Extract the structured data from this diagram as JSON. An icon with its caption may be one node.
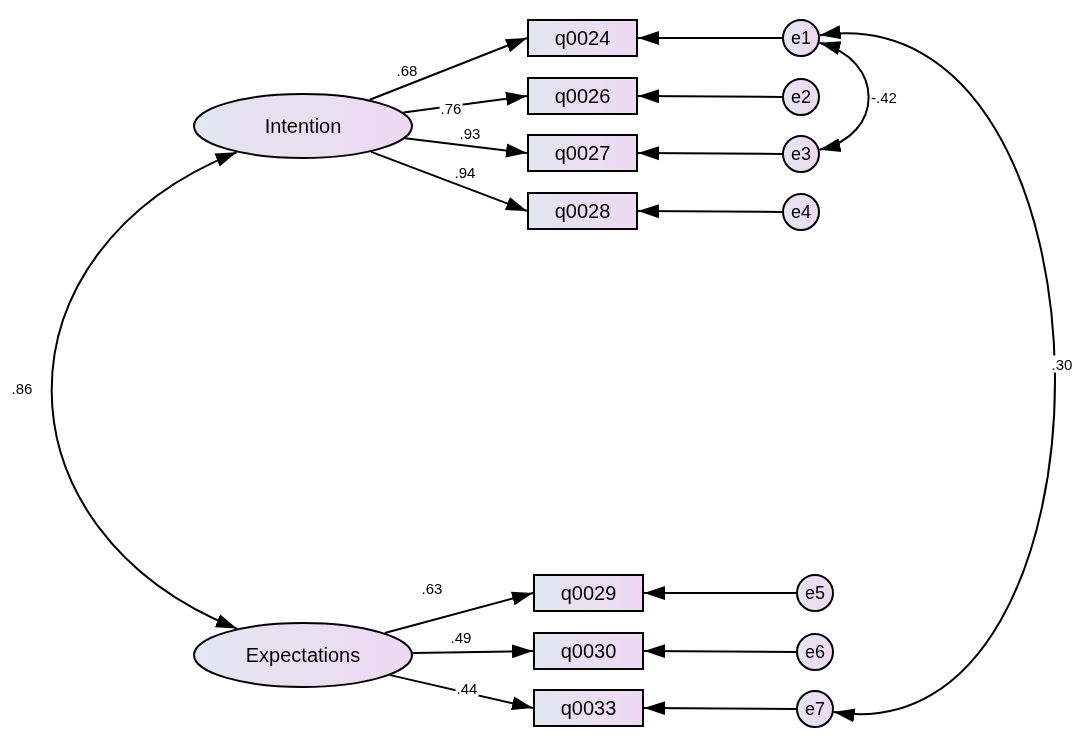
{
  "diagram": {
    "nodes": [
      {
        "text": [
          "Intention"
        ]
      },
      {
        "text": [
          "q0024"
        ]
      },
      {
        "text": [
          "q0026"
        ]
      },
      {
        "text": [
          "q0027"
        ]
      },
      {
        "text": [
          "q0028"
        ]
      },
      {
        "text": [
          "e1"
        ]
      },
      {
        "text": [
          "e2"
        ]
      },
      {
        "text": [
          "e3"
        ]
      },
      {
        "text": [
          "e4"
        ]
      },
      {
        "text": [
          "Expectations"
        ]
      },
      {
        "text": [
          "q0029"
        ]
      },
      {
        "text": [
          "q0030"
        ]
      },
      {
        "text": [
          "q0033"
        ]
      },
      {
        "text": [
          "e5"
        ]
      },
      {
        "text": [
          "e6"
        ]
      },
      {
        "text": [
          "e7"
        ]
      }
    ],
    "edges": [
      {
        "from": 0,
        "to": 1,
        "arrow": "to",
        "label": ".68"
      },
      {
        "from": 0,
        "to": 2,
        "arrow": "to",
        "label": ".76"
      },
      {
        "from": 0,
        "to": 3,
        "arrow": "to",
        "label": ".93"
      },
      {
        "from": 0,
        "to": 4,
        "arrow": "to",
        "label": ".94"
      },
      {
        "from": 5,
        "to": 1,
        "arrow": "to"
      },
      {
        "from": 6,
        "to": 2,
        "arrow": "to"
      },
      {
        "from": 7,
        "to": 3,
        "arrow": "to"
      },
      {
        "from": 8,
        "to": 4,
        "arrow": "to"
      },
      {
        "from": 5,
        "to": 7,
        "arrow": "both",
        "label": "-.42"
      },
      {
        "from": 0,
        "to": 9,
        "arrow": "both",
        "label": ".86"
      },
      {
        "from": 5,
        "to": 15,
        "arrow": "both",
        "label": ".30"
      },
      {
        "from": 9,
        "to": 10,
        "arrow": "to",
        "label": ".63"
      },
      {
        "from": 9,
        "to": 11,
        "arrow": "to",
        "label": ".49"
      },
      {
        "from": 9,
        "to": 12,
        "arrow": "to",
        "label": ".44"
      },
      {
        "from": 13,
        "to": 10,
        "arrow": "to"
      },
      {
        "from": 14,
        "to": 11,
        "arrow": "to"
      },
      {
        "from": 15,
        "to": 12,
        "arrow": "to"
      }
    ]
  }
}
